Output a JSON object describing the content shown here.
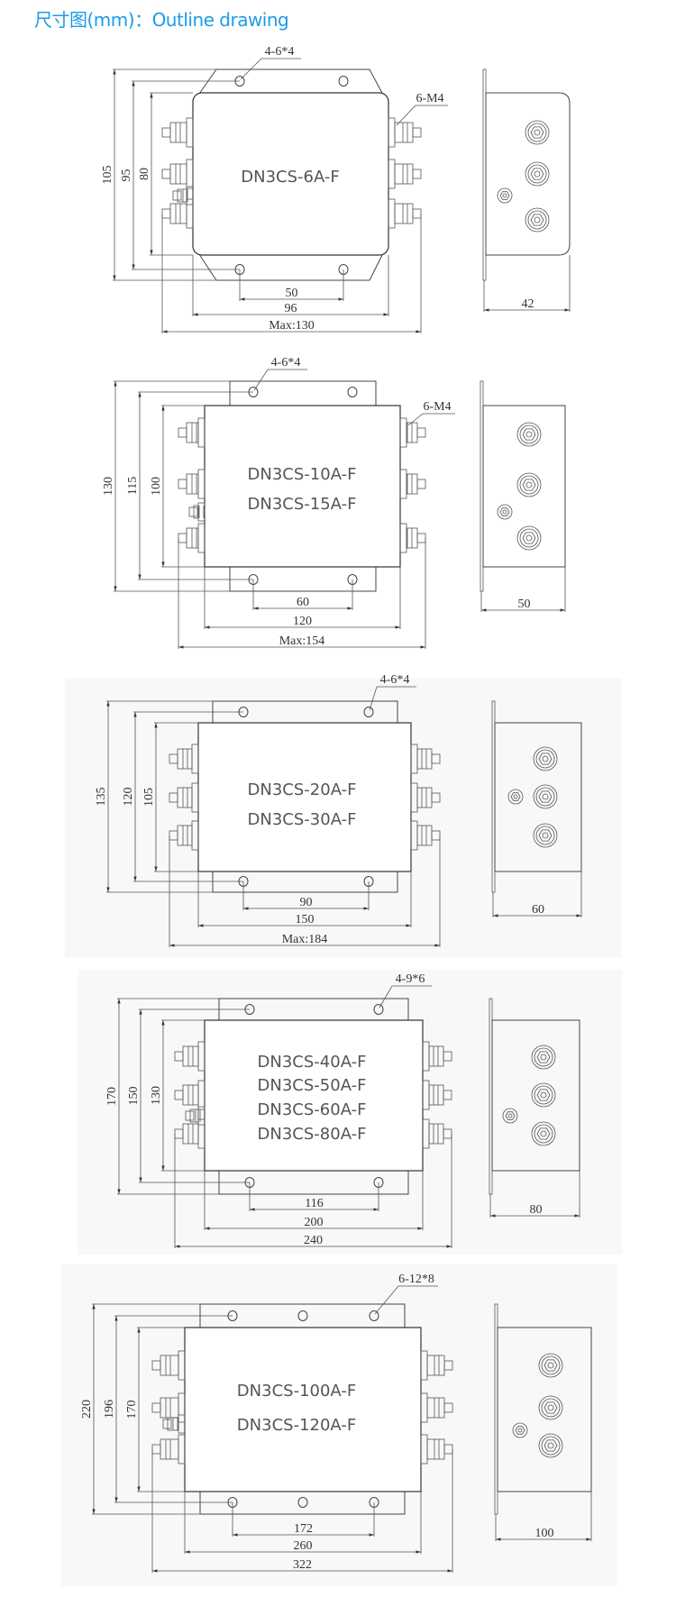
{
  "title": "尺寸图(mm)：Outline drawing",
  "sections": [
    {
      "models": [
        "DN3CS-6A-F"
      ],
      "hole_label": "4-6*4",
      "terminal_label": "6-M4",
      "vdims": [
        "105",
        "95",
        "80"
      ],
      "hdims": [
        "50",
        "96",
        "Max:130"
      ],
      "side_depth": "42"
    },
    {
      "models": [
        "DN3CS-10A-F",
        "DN3CS-15A-F"
      ],
      "hole_label": "4-6*4",
      "terminal_label": "6-M4",
      "vdims": [
        "130",
        "115",
        "100"
      ],
      "hdims": [
        "60",
        "120",
        "Max:154"
      ],
      "side_depth": "50"
    },
    {
      "models": [
        "DN3CS-20A-F",
        "DN3CS-30A-F"
      ],
      "hole_label": "4-6*4",
      "vdims": [
        "135",
        "120",
        "105"
      ],
      "hdims": [
        "90",
        "150",
        "Max:184"
      ],
      "side_depth": "60"
    },
    {
      "models": [
        "DN3CS-40A-F",
        "DN3CS-50A-F",
        "DN3CS-60A-F",
        "DN3CS-80A-F"
      ],
      "hole_label": "4-9*6",
      "vdims": [
        "170",
        "150",
        "130"
      ],
      "hdims": [
        "116",
        "200",
        "240"
      ],
      "side_depth": "80"
    },
    {
      "models": [
        "DN3CS-100A-F",
        "DN3CS-120A-F"
      ],
      "hole_label": "6-12*8",
      "vdims": [
        "220",
        "196",
        "170"
      ],
      "hdims": [
        "172",
        "260",
        "322"
      ],
      "side_depth": "100"
    }
  ]
}
